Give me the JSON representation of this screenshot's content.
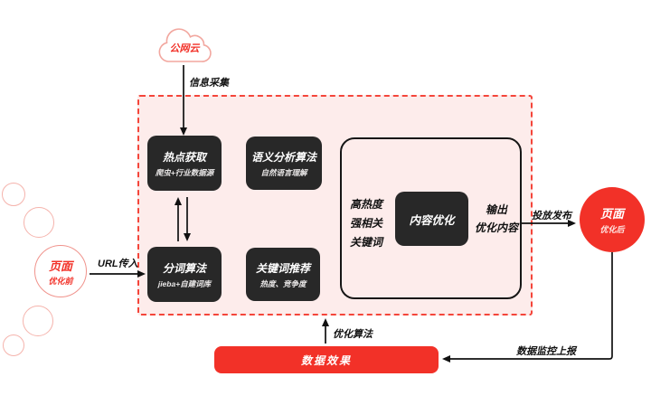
{
  "colors": {
    "red": "#f23128",
    "pink_fill": "#fdeceb",
    "dark_box": "#282828"
  },
  "cloud": {
    "label": "公网云"
  },
  "flow_labels": {
    "info_collect": "信息采集",
    "url_input": "URL传入",
    "publish": "投放发布",
    "optimize_algo": "优化算法",
    "monitor_report": "数据监控上报"
  },
  "boxes": {
    "hotspot": {
      "title": "热点获取",
      "subtitle": "爬虫+行业数据源"
    },
    "semantic": {
      "title": "语义分析算法",
      "subtitle": "自然语言理解"
    },
    "segment": {
      "title": "分词算法",
      "subtitle": "jieba+自建词库"
    },
    "keyword": {
      "title": "关键词推荐",
      "subtitle": "热度、竞争度"
    }
  },
  "inner": {
    "input_lines": [
      "高热度",
      "强相关",
      "关键词"
    ],
    "process": "内容优化",
    "output_lines": [
      "输出",
      "优化内容"
    ]
  },
  "page_before": {
    "title": "页面",
    "subtitle": "优化前"
  },
  "page_after": {
    "title": "页面",
    "subtitle": "优化后"
  },
  "data_effect": "数据效果"
}
